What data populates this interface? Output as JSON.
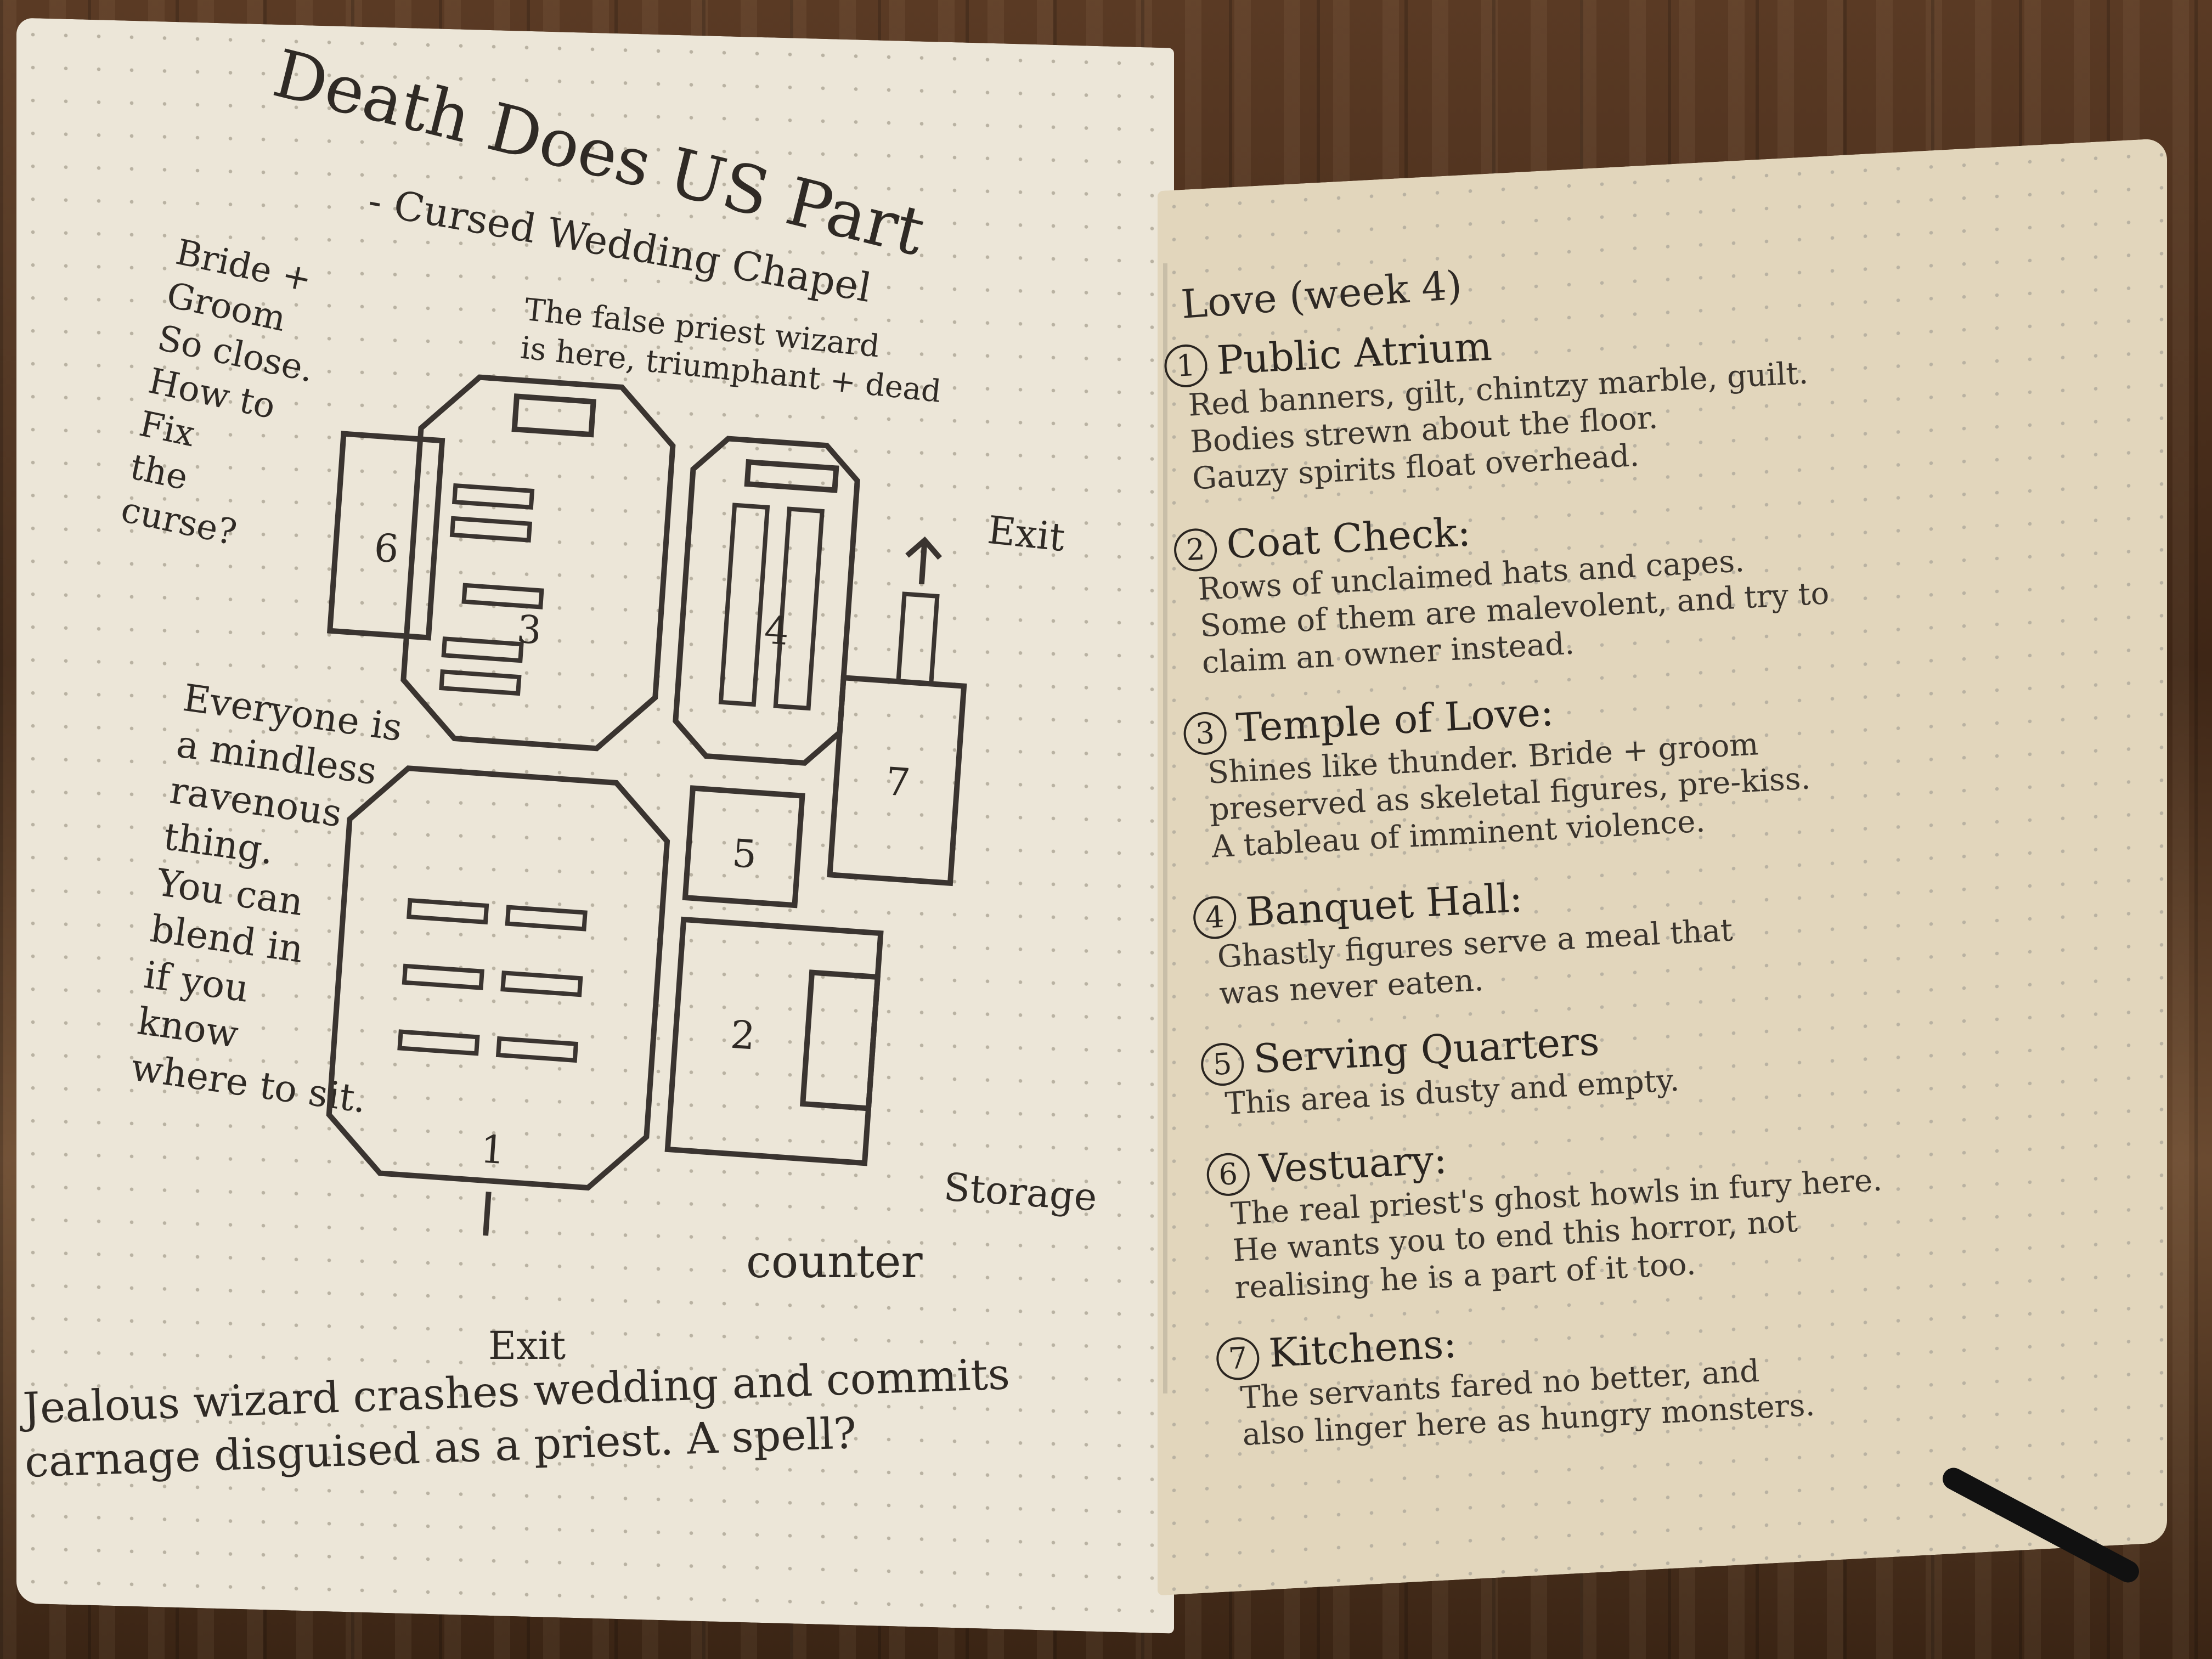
{
  "left_page": {
    "title": "Death Does US Part",
    "subtitle": "- Cursed Wedding Chapel",
    "side_note": "Bride +\nGroom\nSo close.\nHow to\nFix\nthe\ncurse?",
    "map_note": "The false priest wizard\nis here, triumphant + dead",
    "mindless_note": "Everyone is\na mindless\nravenous\nthing.\nYou can\nblend in\nif you\nknow\nwhere to sit.",
    "exit_top": "Exit",
    "exit_bottom": "Exit",
    "storage_label": "Storage",
    "counter_label": "counter",
    "footer_note": "Jealous wizard crashes wedding and commits\ncarnage disguised as a priest. A spell?",
    "room_numbers": [
      "1",
      "2",
      "3",
      "4",
      "5",
      "6",
      "7"
    ]
  },
  "right_page": {
    "header": "Love (week 4)",
    "entries": [
      {
        "num": "1",
        "title": "Public Atrium",
        "desc": "Red banners, gilt, chintzy marble, guilt.\nBodies strewn about the floor.\nGauzy spirits float overhead."
      },
      {
        "num": "2",
        "title": "Coat Check:",
        "desc": "Rows of unclaimed hats and capes.\nSome of them are malevolent, and try to\nclaim an owner instead."
      },
      {
        "num": "3",
        "title": "Temple of Love:",
        "desc": "Shines like thunder. Bride + groom\npreserved as skeletal figures, pre-kiss.\nA tableau of imminent violence."
      },
      {
        "num": "4",
        "title": "Banquet Hall:",
        "desc": "Ghastly figures serve a meal that\nwas never eaten."
      },
      {
        "num": "5",
        "title": "Serving Quarters",
        "desc": "This area is dusty and empty."
      },
      {
        "num": "6",
        "title": "Vestuary:",
        "desc": "The real priest's ghost howls in fury here.\nHe wants you to end this horror, not\nrealising he is a part of it too."
      },
      {
        "num": "7",
        "title": "Kitchens:",
        "desc": "The servants fared no better, and\nalso linger here as hungry monsters."
      }
    ]
  }
}
